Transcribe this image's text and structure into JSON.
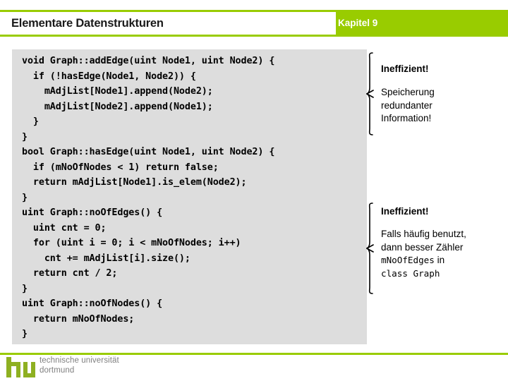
{
  "header": {
    "title": "Elementare Datenstrukturen",
    "chapter": "Kapitel 9",
    "accent_color": "#99cc00",
    "title_plate_color": "#ffffff"
  },
  "code": {
    "background_color": "#dddddd",
    "text": "void Graph::addEdge(uint Node1, uint Node2) {\n  if (!hasEdge(Node1, Node2)) {\n    mAdjList[Node1].append(Node2);\n    mAdjList[Node2].append(Node1);\n  }\n}\nbool Graph::hasEdge(uint Node1, uint Node2) {\n  if (mNoOfNodes < 1) return false;\n  return mAdjList[Node1].is_elem(Node2);\n}\nuint Graph::noOfEdges() {\n  uint cnt = 0;\n  for (uint i = 0; i < mNoOfNodes; i++)\n    cnt += mAdjList[i].size();\n  return cnt / 2;\n}\nuint Graph::noOfNodes() {\n  return mNoOfNodes;\n}",
    "lines": [
      "void Graph::addEdge(uint Node1, uint Node2) {",
      "  if (!hasEdge(Node1, Node2)) {",
      "    mAdjList[Node1].append(Node2);",
      "    mAdjList[Node2].append(Node1);",
      "  }",
      "}",
      "bool Graph::hasEdge(uint Node1, uint Node2) {",
      "  if (mNoOfNodes < 1) return false;",
      "  return mAdjList[Node1].is_elem(Node2);",
      "}",
      "uint Graph::noOfEdges() {",
      "  uint cnt = 0;",
      "  for (uint i = 0; i < mNoOfNodes; i++)",
      "    cnt += mAdjList[i].size();",
      "  return cnt / 2;",
      "}",
      "uint Graph::noOfNodes() {",
      "  return mNoOfNodes;",
      "}"
    ]
  },
  "annotations": [
    {
      "title": "Ineffizient!",
      "line1": "Speicherung",
      "line2": "redundanter",
      "line3": "Information!"
    },
    {
      "title": "Ineffizient!",
      "line1": "Falls häufig benutzt,",
      "line2": "dann besser Zähler",
      "line3_mono": "mNoOfEdges",
      "line3_plain": " in",
      "line4_mono": "class Graph"
    }
  ],
  "footer": {
    "logo_mark": "tu",
    "logo_line1": "technische universität",
    "logo_line2": "dortmund",
    "rule_color": "#99cc00"
  }
}
